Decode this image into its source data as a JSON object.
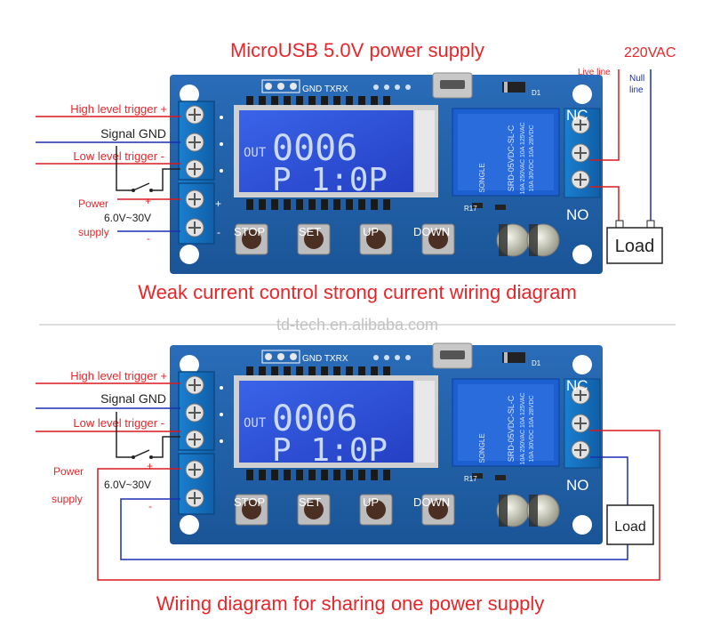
{
  "top": {
    "title": "MicroUSB 5.0V power supply",
    "ac_label": "220VAC",
    "live_line": "Live line",
    "null_line_1": "Null",
    "null_line_2": "line",
    "labels": {
      "high": "High level  trigger +",
      "gnd": "Signal GND",
      "low": "Low level  trigger -",
      "power": "Power",
      "plus": "+",
      "voltage": "6.0V~30V",
      "supply": "supply",
      "minus": "-"
    },
    "load": "Load",
    "caption": "Weak current control strong current wiring diagram"
  },
  "bottom": {
    "labels": {
      "high": "High level  trigger +",
      "gnd": "Signal GND",
      "low": "Low level  trigger -",
      "power": "Power",
      "plus": "+",
      "voltage": "6.0V~30V",
      "supply": "supply",
      "minus": "-"
    },
    "load": "Load",
    "caption": "Wiring diagram for sharing one power supply"
  },
  "board": {
    "header": "GND TXRX",
    "d1": "D1",
    "r17": "R17",
    "nc": "NC",
    "no": "NO",
    "buttons": [
      "STOP",
      "SET",
      "UP",
      "DOWN"
    ],
    "lcd_line1": "OUT",
    "lcd_digits": "0006",
    "lcd_line2": "P 1:0P",
    "relay_line1": "SRD-05VDC-SL-C",
    "relay_line2": "10A 250VAC  10A 125VAC",
    "relay_line3": "10A 30VDC  10A 28VDC",
    "relay_brand": "SONGLE"
  },
  "watermark": "td-tech.en.alibaba.com",
  "colors": {
    "pcb": "#1f5fa8",
    "red_wire": "#d8191e",
    "blue_wire": "#1a2fb0",
    "lcd_bg": "#2a4fd6",
    "relay": "#1a5bc8"
  }
}
